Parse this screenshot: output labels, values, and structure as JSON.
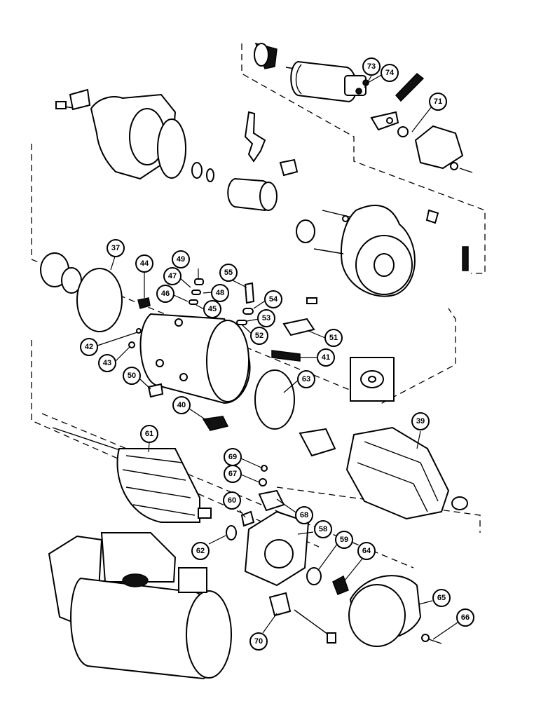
{
  "diagram": {
    "callouts": [
      {
        "id": "37",
        "label": "37"
      },
      {
        "id": "39",
        "label": "39"
      },
      {
        "id": "40",
        "label": "40"
      },
      {
        "id": "41",
        "label": "41"
      },
      {
        "id": "42",
        "label": "42"
      },
      {
        "id": "43",
        "label": "43"
      },
      {
        "id": "44",
        "label": "44"
      },
      {
        "id": "45",
        "label": "45"
      },
      {
        "id": "46",
        "label": "46"
      },
      {
        "id": "47",
        "label": "47"
      },
      {
        "id": "48",
        "label": "48"
      },
      {
        "id": "49",
        "label": "49"
      },
      {
        "id": "50",
        "label": "50"
      },
      {
        "id": "51",
        "label": "51"
      },
      {
        "id": "52",
        "label": "52"
      },
      {
        "id": "53",
        "label": "53"
      },
      {
        "id": "54",
        "label": "54"
      },
      {
        "id": "55",
        "label": "55"
      },
      {
        "id": "58",
        "label": "58"
      },
      {
        "id": "59",
        "label": "59"
      },
      {
        "id": "60",
        "label": "60"
      },
      {
        "id": "61",
        "label": "61"
      },
      {
        "id": "62",
        "label": "62"
      },
      {
        "id": "63",
        "label": "63"
      },
      {
        "id": "64",
        "label": "64"
      },
      {
        "id": "65",
        "label": "65"
      },
      {
        "id": "66",
        "label": "66"
      },
      {
        "id": "67",
        "label": "67"
      },
      {
        "id": "68",
        "label": "68"
      },
      {
        "id": "69",
        "label": "69"
      },
      {
        "id": "70",
        "label": "70"
      },
      {
        "id": "71",
        "label": "71"
      },
      {
        "id": "73",
        "label": "73"
      },
      {
        "id": "74",
        "label": "74"
      }
    ]
  }
}
